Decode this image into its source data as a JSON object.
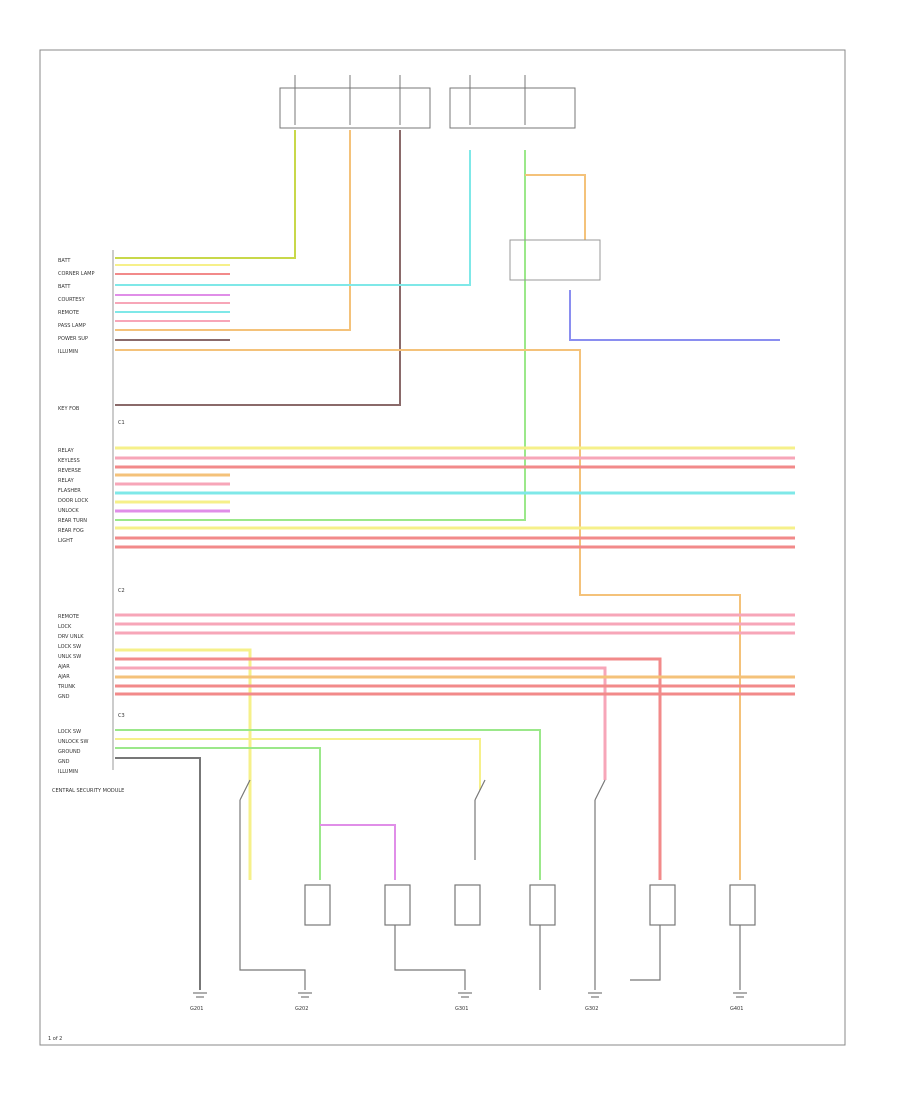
{
  "diagram": {
    "pin_labels_row1": [
      "BATT",
      "CORNER LAMP",
      "BATT",
      "COURTESY",
      "REMOTE",
      "PASS LAMP",
      "POWER SUP",
      "ILLUMIN",
      "KEY FOB"
    ],
    "pin_labels_row2": [
      "RELAY",
      "KEYLESS",
      "REVERSE",
      "RELAY",
      "FLASHER",
      "DOOR LOCK",
      "UNLOCK",
      "REAR TURN",
      "REAR FOG",
      "LIGHT"
    ],
    "pin_labels_row3": [
      "REMOTE",
      "LOCK",
      "DRV UNLK",
      "LOCK SW",
      "UNLK SW",
      "AJAR",
      "AJAR",
      "TRUNK",
      "GND"
    ],
    "pin_labels_row4": [
      "LOCK SW",
      "UNLOCK SW",
      "GROUND",
      "GND",
      "ILLUMIN"
    ],
    "module_name": "CENTRAL SECURITY MODULE",
    "connector_labels": [
      "C1",
      "C2",
      "C3"
    ],
    "ground_labels": [
      "G201",
      "G202",
      "G301",
      "G302",
      "G401"
    ],
    "figure_label": "1 of 2",
    "colors": {
      "yellow_green": "#c8d84a",
      "cyan": "#7fe8e8",
      "violet": "#e08ee8",
      "orange": "#f4c27a",
      "pink": "#f7a6b8",
      "brown": "#8a6a6a",
      "blue": "#8a8ef0",
      "green": "#9be88a",
      "yellow": "#f6f08a",
      "red": "#f28a8a",
      "gray_wire": "#666666"
    }
  }
}
